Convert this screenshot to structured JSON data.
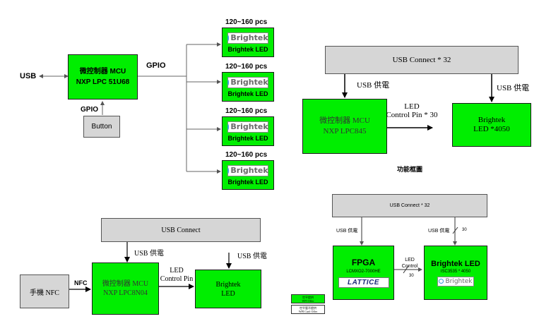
{
  "d1": {
    "usb": "USB",
    "gpio_out": "GPIO",
    "gpio_in": "GPIO",
    "mcu": [
      "微控制器 MCU",
      "NXP LPC 51U68"
    ],
    "button": "Button",
    "led_count": "120~160 pcs",
    "logo": "Brightek",
    "led_label": "Brightek LED"
  },
  "d2": {
    "usb_connect": "USB Connect * 32",
    "power_left": "USB 供電",
    "power_right": "USB 供電",
    "mcu": [
      "微控制器 MCU",
      "NXP LPC845"
    ],
    "control": [
      "LED",
      "Control Pin * 30"
    ],
    "led": [
      "Brightek",
      "LED *4050"
    ],
    "caption": "功能框圖"
  },
  "d3": {
    "usb_connect": "USB Connect",
    "power_left": "USB 供電",
    "power_right": "USB 供電",
    "nfc_device": "手機 NFC",
    "nfc": "NFC",
    "mcu": [
      "微控制器 MCU",
      "NXP LPC8N04"
    ],
    "control": [
      "LED",
      "Control Pin"
    ],
    "led": [
      "Brightek",
      "LED"
    ]
  },
  "d4": {
    "usb_connect": "USB Connect * 32",
    "power_left": "USB 供電",
    "power_right": "USB 供電",
    "power_right_count": "30",
    "fpga": "FPGA",
    "fpga_part": "LCMXO2-7000HE",
    "lattice": "LATTICE",
    "control": [
      "LED",
      "Control"
    ],
    "control_count": "30",
    "led": "Brightek LED",
    "led_part": "ISC3535 * 4050",
    "logo": "Brightek",
    "legend": {
      "offer": [
        "世平提供",
        "WPI Offer"
      ],
      "not_offer": [
        "世平暫不提供",
        "WPI Can't Offer"
      ]
    }
  },
  "colors": {
    "block_green": "#00ee00",
    "block_grey": "#d6d6d6"
  }
}
